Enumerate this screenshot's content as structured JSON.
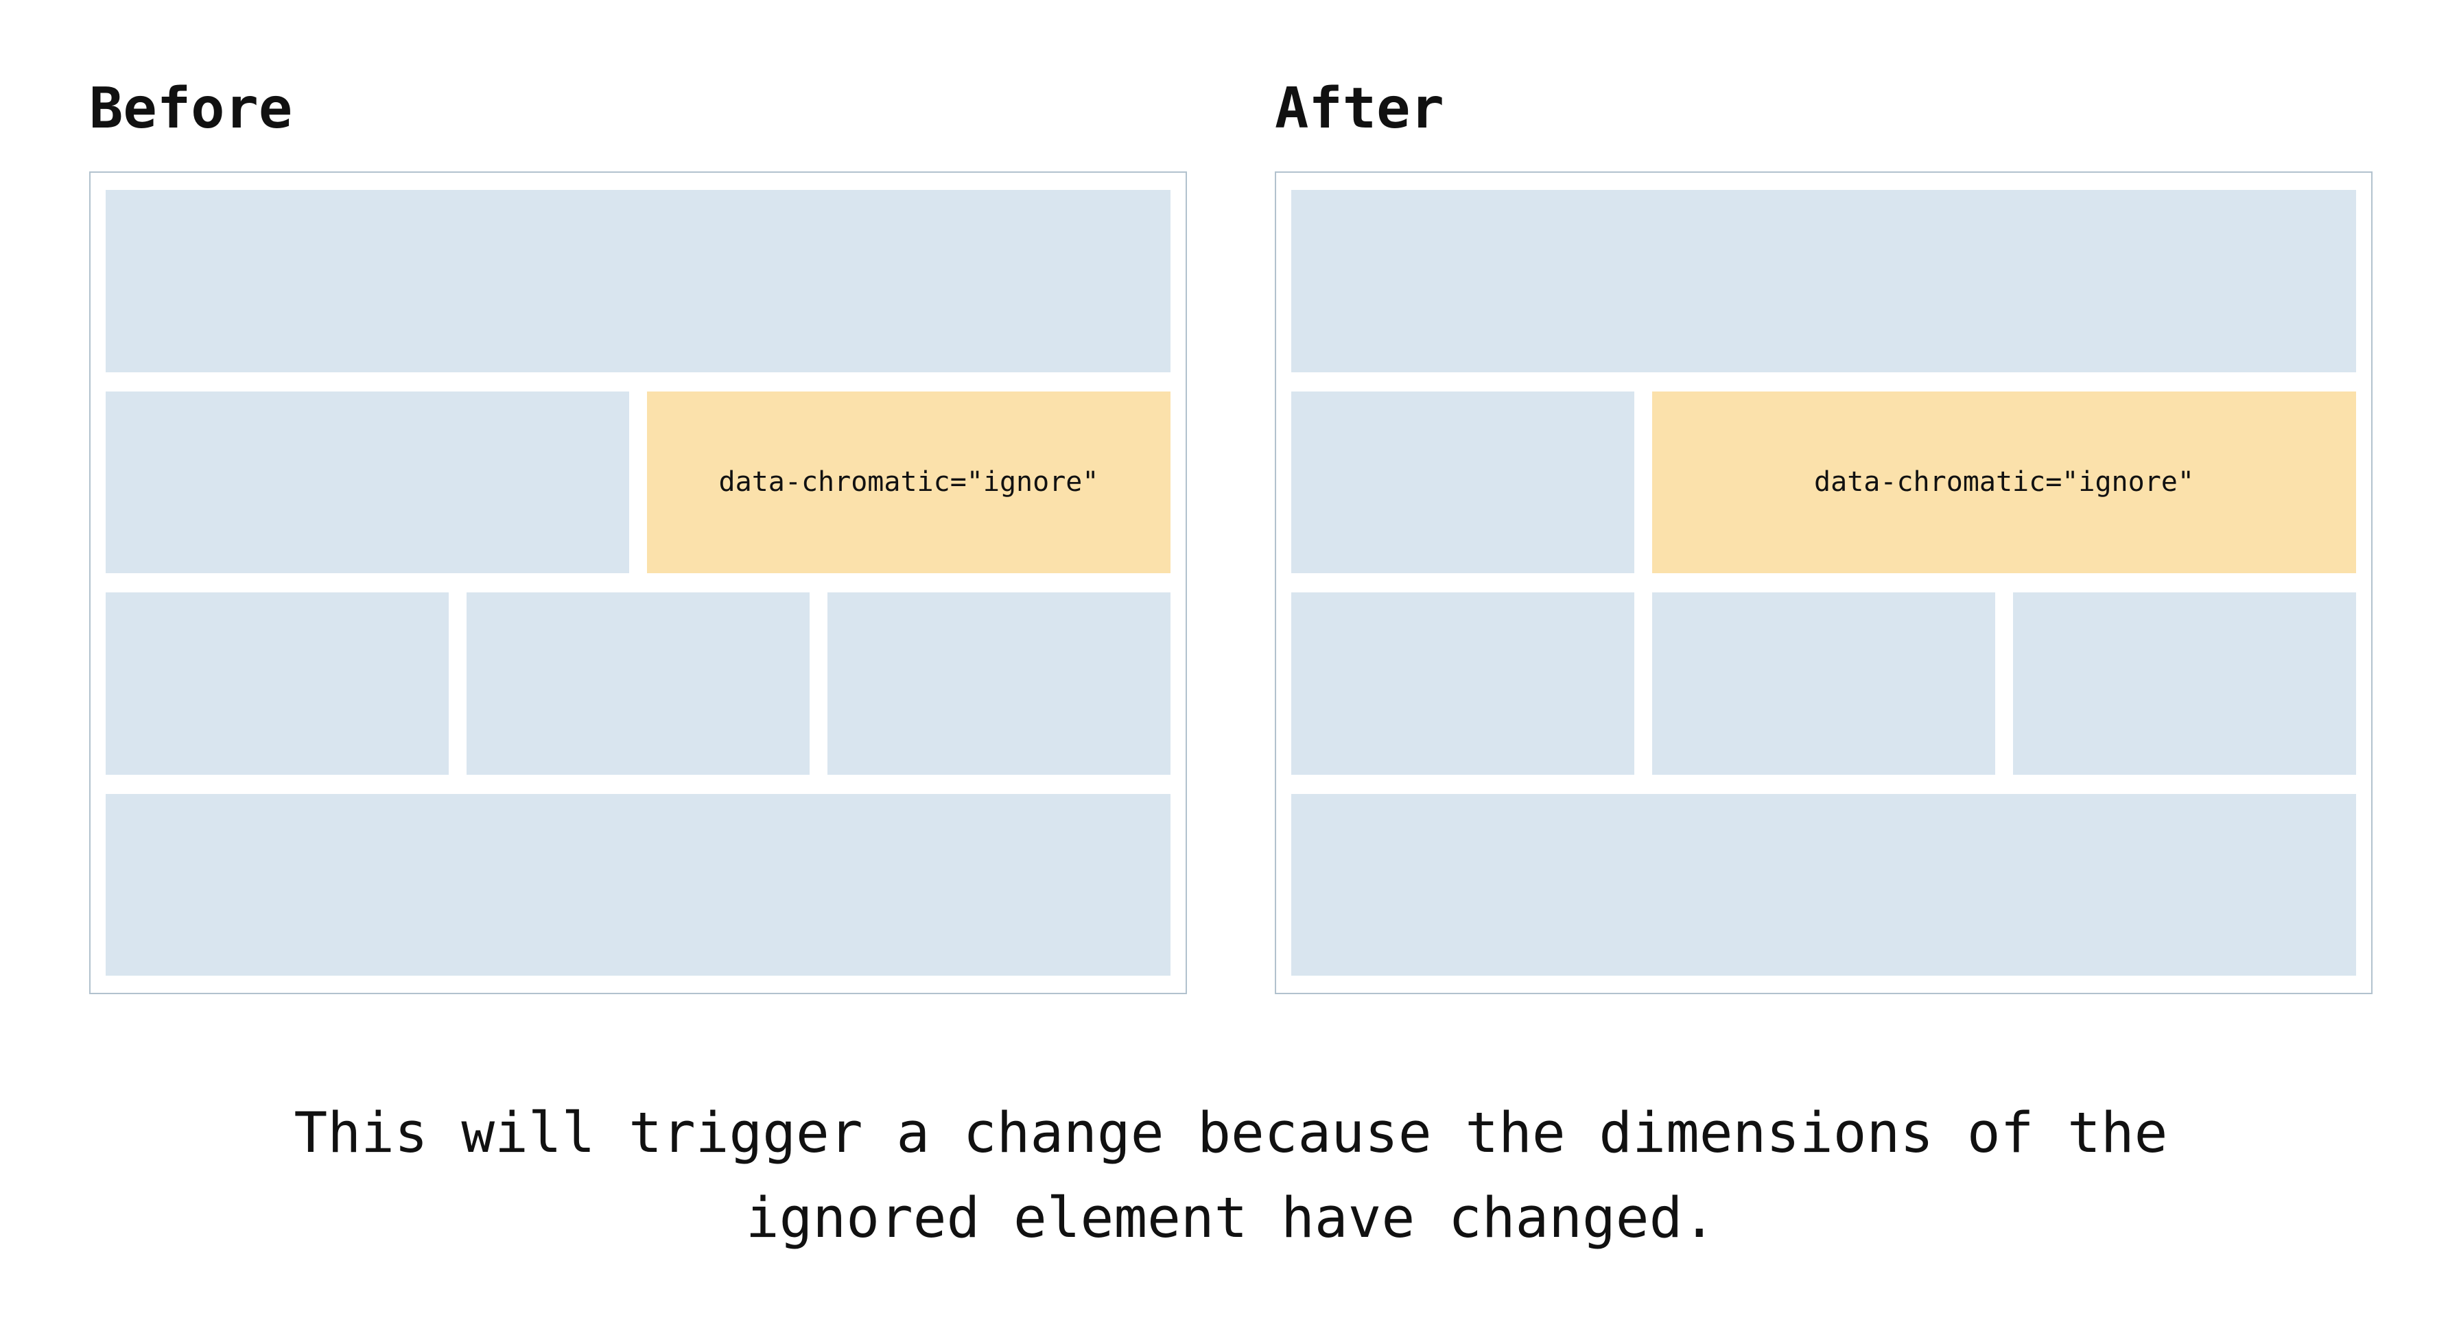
{
  "colors": {
    "background": "#ffffff",
    "panel_border": "#b2c2ce",
    "block_blue": "#d9e5ef",
    "block_orange": "#fbe1ab",
    "text": "#111111"
  },
  "panels": [
    {
      "heading": "Before",
      "ignore_label": "data-chromatic=\"ignore\""
    },
    {
      "heading": "After",
      "ignore_label": "data-chromatic=\"ignore\""
    }
  ],
  "caption": {
    "lines": [
      "This will trigger a change because the dimensions of the",
      "ignored element have changed."
    ]
  }
}
